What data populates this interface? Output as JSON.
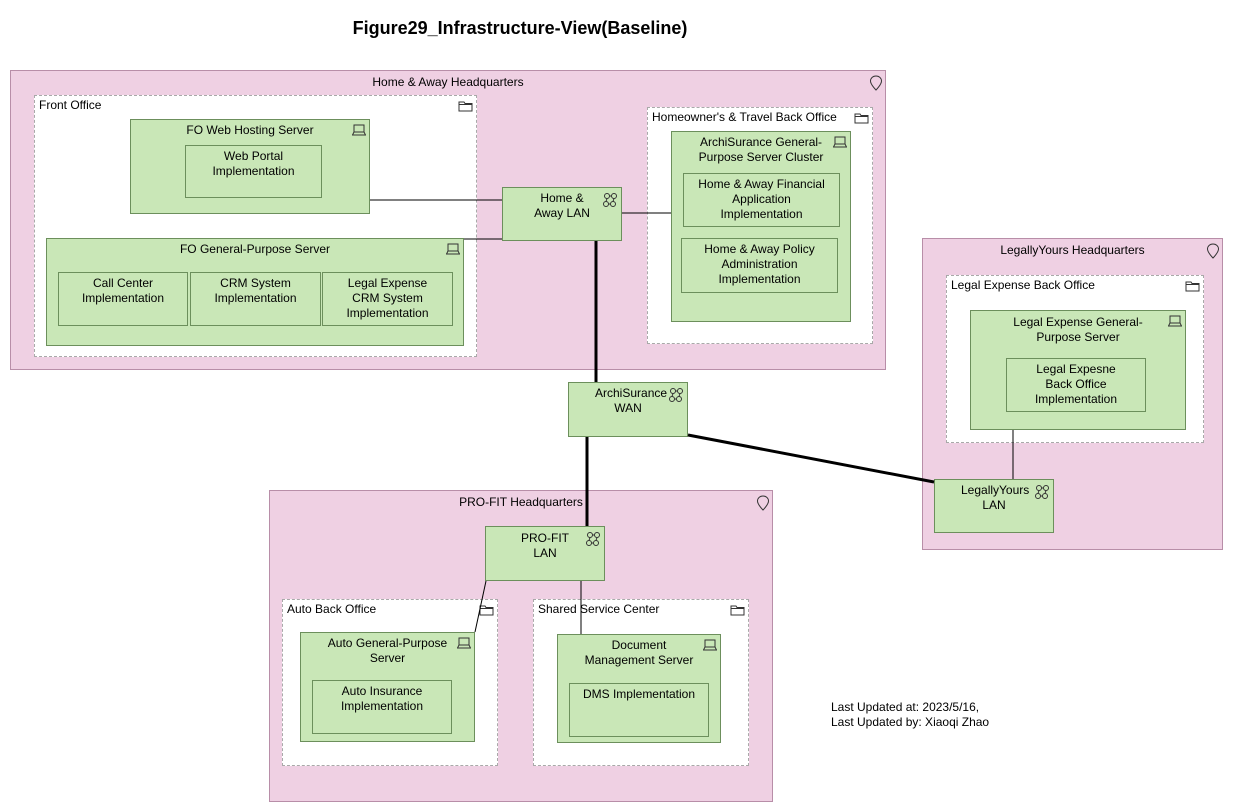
{
  "title": "Figure29_Infrastructure-View(Baseline)",
  "locations": {
    "home_away_hq": "Home & Away Headquarters",
    "legally_yours_hq": "LegallyYours Headquarters",
    "profit_hq": "PRO-FIT Headquarters"
  },
  "groupings": {
    "front_office": "Front Office",
    "ht_back_office": "Homeowner's & Travel Back Office",
    "legal_back_office": "Legal Expense Back Office",
    "auto_back_office": "Auto Back Office",
    "shared_service_center": "Shared Service Center"
  },
  "nodes": {
    "fo_web_hosting": "FO Web Hosting Server",
    "fo_general_purpose": "FO General-Purpose Server",
    "archisurance_cluster": "ArchiSurance General-Purpose Server Cluster",
    "legal_general_purpose": "Legal Expense General-Purpose Server",
    "auto_general_purpose": "Auto General-Purpose Server",
    "document_mgmt": "Document Management Server"
  },
  "networks": {
    "home_away_lan": "Home & Away LAN",
    "archisurance_wan": "ArchiSurance WAN",
    "legally_yours_lan": "LegallyYours LAN",
    "profit_lan": "PRO-FIT LAN"
  },
  "artifacts": {
    "web_portal": "Web Portal Implementation",
    "call_center": "Call Center Implementation",
    "crm_system": "CRM System Implementation",
    "legal_crm": "Legal Expense CRM System Implementation",
    "financial_app": "Home & Away Financial Application Implementation",
    "policy_admin": "Home & Away Policy Administration Implementation",
    "legal_back_office_impl": "Legal Expesne Back Office Implementation",
    "auto_insurance": "Auto Insurance Implementation",
    "dms": "DMS Implementation"
  },
  "meta": {
    "updated_at": "Last Updated at: 2023/5/16,",
    "updated_by": "Last Updated by: Xiaoqi Zhao"
  },
  "colors": {
    "location_fill": "#efd0e3",
    "node_fill": "#c9e7b7",
    "grouping_fill": "#ffffff"
  },
  "icons": {
    "location": "location-pin-icon",
    "grouping": "folder-icon",
    "node": "device-icon",
    "network": "network-icon"
  }
}
